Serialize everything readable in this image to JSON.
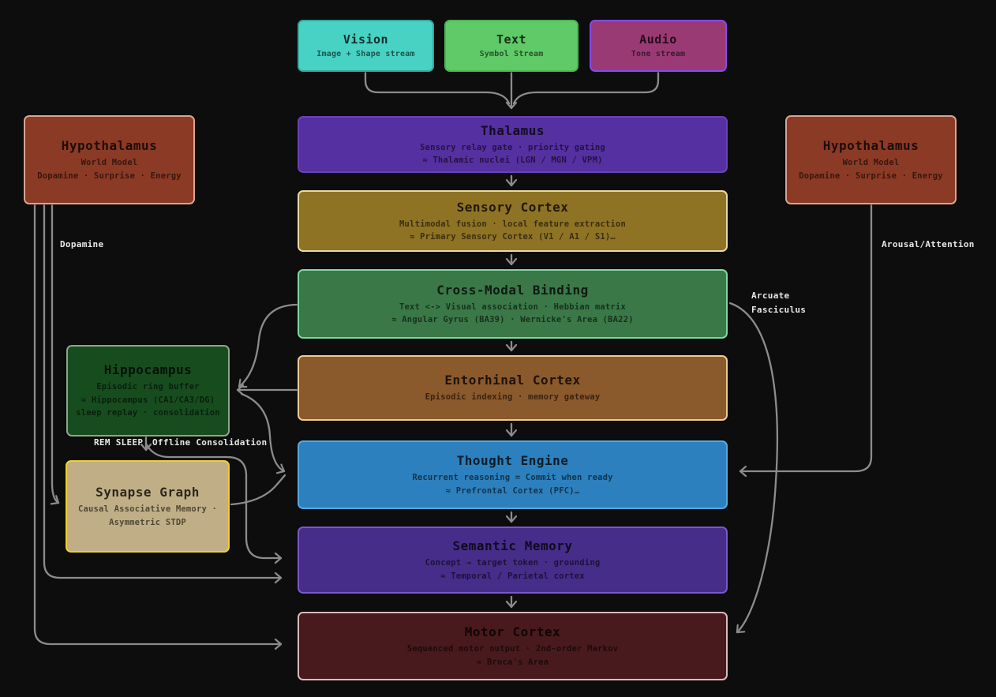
{
  "diagram": {
    "background": "#0d0d0d",
    "edge_color": "#8c8c8c",
    "label_color": "#e8e8e8",
    "nodes": [
      {
        "id": "vision",
        "title": "Vision",
        "lines": [
          "Image + Shape stream"
        ],
        "bg": "#47d2c3",
        "border": "#2fab9e"
      },
      {
        "id": "text",
        "title": "Text",
        "lines": [
          "Symbol Stream"
        ],
        "bg": "#5fca67",
        "border": "#4ab654"
      },
      {
        "id": "audio",
        "title": "Audio",
        "lines": [
          "Tone stream"
        ],
        "bg": "#9a3a74",
        "border": "#8848f0"
      },
      {
        "id": "thalamus",
        "title": "Thalamus",
        "lines": [
          "Sensory relay gate · priority gating",
          "≈ Thalamic nuclei (LGN / MGN / VPM)"
        ],
        "bg": "#5530a0",
        "border": "#6a41bb"
      },
      {
        "id": "sensory-cortex",
        "title": "Sensory Cortex",
        "lines": [
          "Multimodal fusion · local feature extraction",
          "≈ Primary Sensory Cortex (V1 / A1 / S1)…"
        ],
        "bg": "#8e7325",
        "border": "#ecd9a2"
      },
      {
        "id": "cross-modal-binding",
        "title": "Cross-Modal Binding",
        "lines": [
          "Text <-> Visual association · Hebbian matrix",
          "≈ Angular Gyrus (BA39) · Wernicke's Area (BA22)"
        ],
        "bg": "#3b7848",
        "border": "#7fd8a4"
      },
      {
        "id": "entorhinal-cortex",
        "title": "Entorhinal Cortex",
        "lines": [
          "Episodic indexing · memory gateway"
        ],
        "bg": "#8a592c",
        "border": "#f0ca92"
      },
      {
        "id": "thought-engine",
        "title": "Thought Engine",
        "lines": [
          "Recurrent reasoning = Commit when ready",
          "≈ Prefrontal Cortex (PFC)…"
        ],
        "bg": "#2c80bd",
        "border": "#55aadf"
      },
      {
        "id": "semantic-memory",
        "title": "Semantic Memory",
        "lines": [
          "Concept → target token · grounding",
          "≈ Temporal / Parietal cortex"
        ],
        "bg": "#462d8a",
        "border": "#7a58cc"
      },
      {
        "id": "motor-cortex",
        "title": "Motor Cortex",
        "lines": [
          "Sequenced motor output · 2nd-order Markov",
          "≈ Broca's Area"
        ],
        "bg": "#491a1d",
        "border": "#d9bcbe"
      },
      {
        "id": "hypothalamus-left",
        "title": "Hypothalamus",
        "lines": [
          "World Model",
          "Dopamine · Surprise · Energy"
        ],
        "bg": "#8b3a25",
        "border": "#d9a491"
      },
      {
        "id": "hippocampus",
        "title": "Hippocampus",
        "lines": [
          "Episodic ring buffer",
          "≈ Hippocampus (CA1/CA3/DG)",
          "sleep replay · consolidation"
        ],
        "bg": "#174d1e",
        "border": "#8fa58f"
      },
      {
        "id": "synapse-graph",
        "title": "Synapse Graph",
        "lines": [
          "Causal Associative Memory ·",
          "Asymmetric STDP"
        ],
        "bg": "#c0af86",
        "border": "#f0cf2e"
      },
      {
        "id": "hypothalamus-right",
        "title": "Hypothalamus",
        "lines": [
          "World Model",
          "Dopamine · Surprise · Energy"
        ],
        "bg": "#8b3a25",
        "border": "#d9a491"
      }
    ],
    "edge_labels": {
      "dopamine": "Dopamine",
      "arousal": "Arousal/Attention",
      "arcuate_line1": "Arcuate",
      "arcuate_line2": "Fasciculus",
      "rem_left": "REM SLEEP",
      "rem_right": "Offline Consolidation"
    }
  }
}
